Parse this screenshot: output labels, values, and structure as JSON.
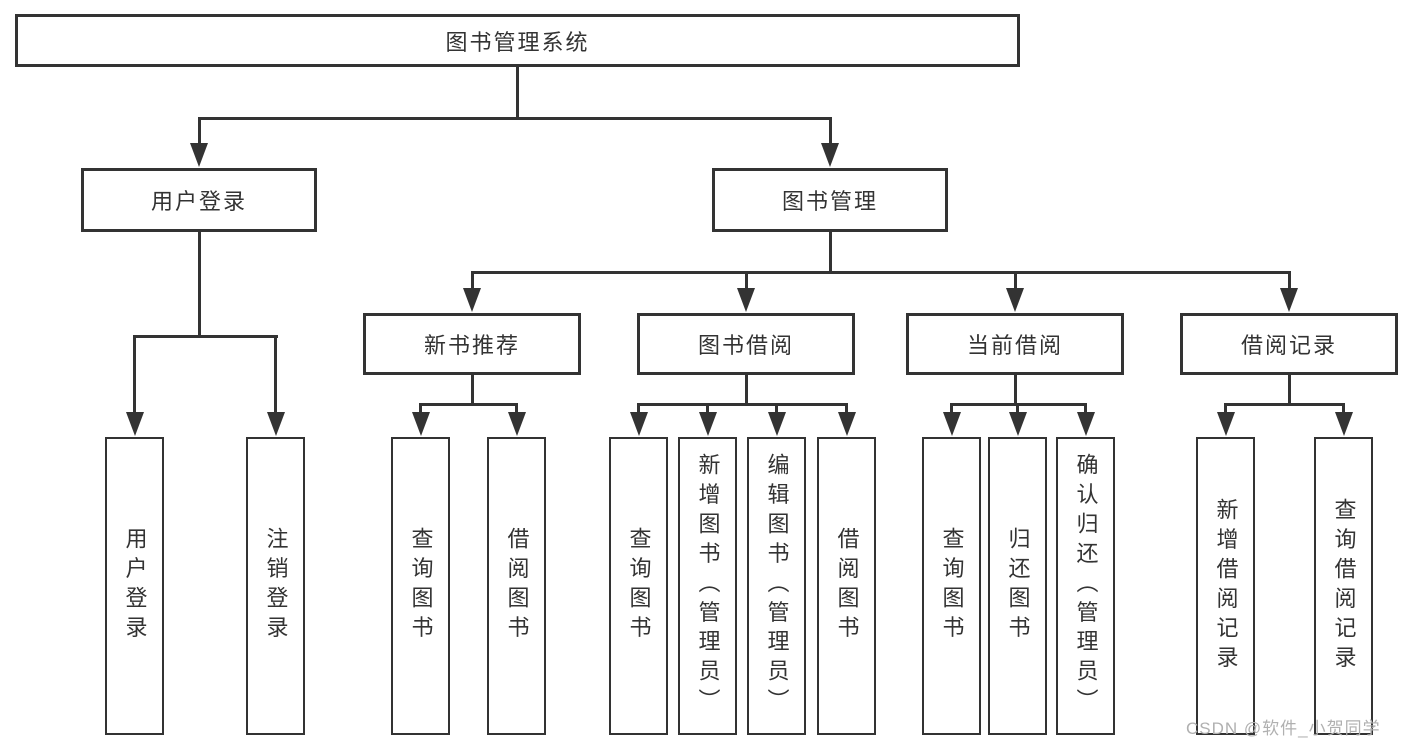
{
  "diagram": {
    "root": {
      "label": "图书管理系统"
    },
    "groups": [
      {
        "label": "用户登录",
        "children": [
          {
            "label": "用户登录"
          },
          {
            "label": "注销登录"
          }
        ]
      },
      {
        "label": "图书管理",
        "sections": [
          {
            "label": "新书推荐",
            "children": [
              {
                "label": "查询图书"
              },
              {
                "label": "借阅图书"
              }
            ]
          },
          {
            "label": "图书借阅",
            "children": [
              {
                "label": "查询图书"
              },
              {
                "label": "新增图书（管理员）"
              },
              {
                "label": "编辑图书（管理员）"
              },
              {
                "label": "借阅图书"
              }
            ]
          },
          {
            "label": "当前借阅",
            "children": [
              {
                "label": "查询图书"
              },
              {
                "label": "归还图书"
              },
              {
                "label": "确认归还（管理员）"
              }
            ]
          },
          {
            "label": "借阅记录",
            "children": [
              {
                "label": "新增借阅记录"
              },
              {
                "label": "查询借阅记录"
              }
            ]
          }
        ]
      }
    ]
  },
  "watermark": {
    "text": "CSDN @软件_小贺同学"
  },
  "colors": {
    "line": "#333333",
    "text": "#333333",
    "watermark": "#b0b0b0",
    "background": "#ffffff"
  }
}
